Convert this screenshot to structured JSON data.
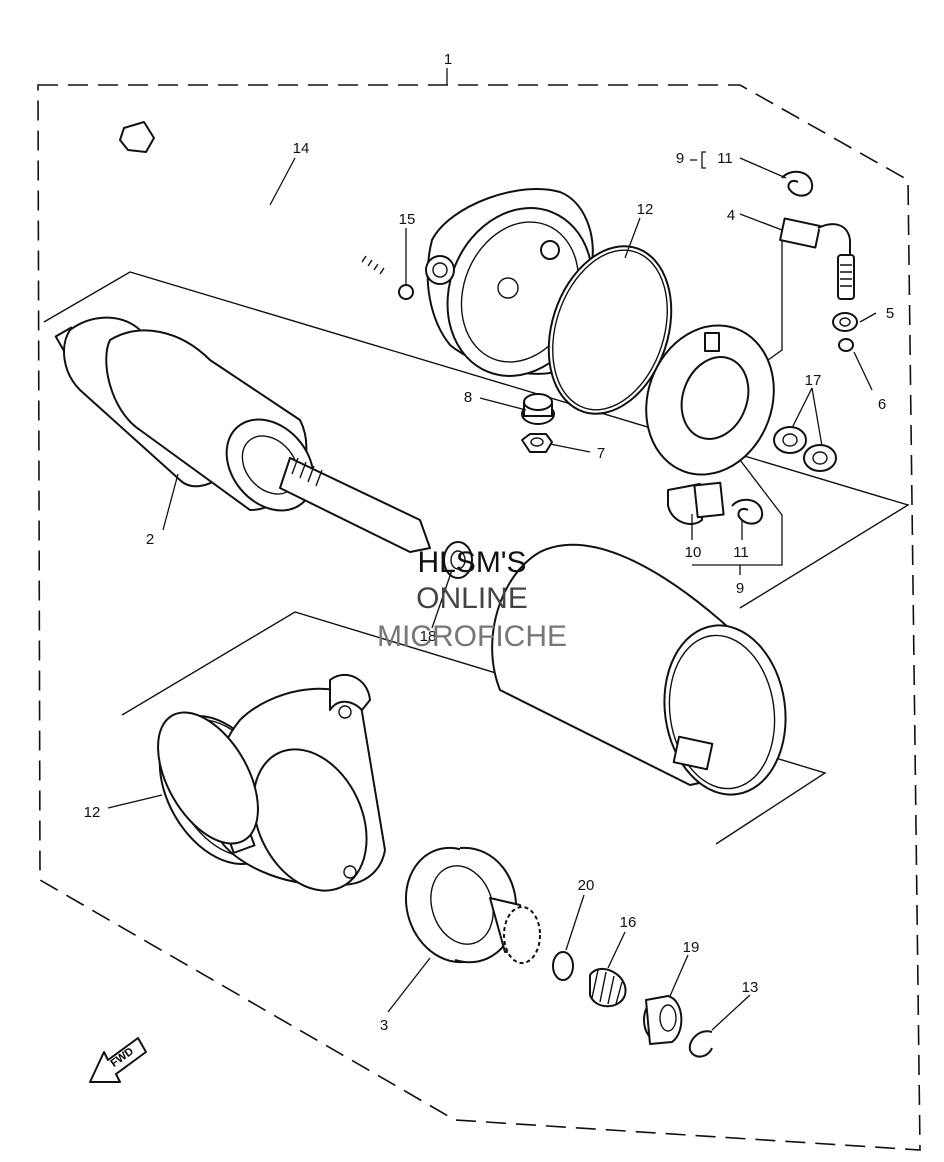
{
  "watermark": {
    "line1": "HLSM'S",
    "line2": "ONLINE",
    "line3": "MICROFICHE"
  },
  "callouts": [
    {
      "id": "c1",
      "text": "1"
    },
    {
      "id": "c14",
      "text": "14"
    },
    {
      "id": "c15",
      "text": "15"
    },
    {
      "id": "c12a",
      "text": "12"
    },
    {
      "id": "c9a",
      "text": "9"
    },
    {
      "id": "c11a",
      "text": "11"
    },
    {
      "id": "c4",
      "text": "4"
    },
    {
      "id": "c5",
      "text": "5"
    },
    {
      "id": "c6",
      "text": "6"
    },
    {
      "id": "c17",
      "text": "17"
    },
    {
      "id": "c8",
      "text": "8"
    },
    {
      "id": "c7",
      "text": "7"
    },
    {
      "id": "c2",
      "text": "2"
    },
    {
      "id": "c10",
      "text": "10"
    },
    {
      "id": "c11b",
      "text": "11"
    },
    {
      "id": "c9b",
      "text": "9"
    },
    {
      "id": "c18",
      "text": "18"
    },
    {
      "id": "c12b",
      "text": "12"
    },
    {
      "id": "c20",
      "text": "20"
    },
    {
      "id": "c16",
      "text": "16"
    },
    {
      "id": "c19",
      "text": "19"
    },
    {
      "id": "c13",
      "text": "13"
    },
    {
      "id": "c3",
      "text": "3"
    }
  ],
  "fwd_label": "FWD"
}
